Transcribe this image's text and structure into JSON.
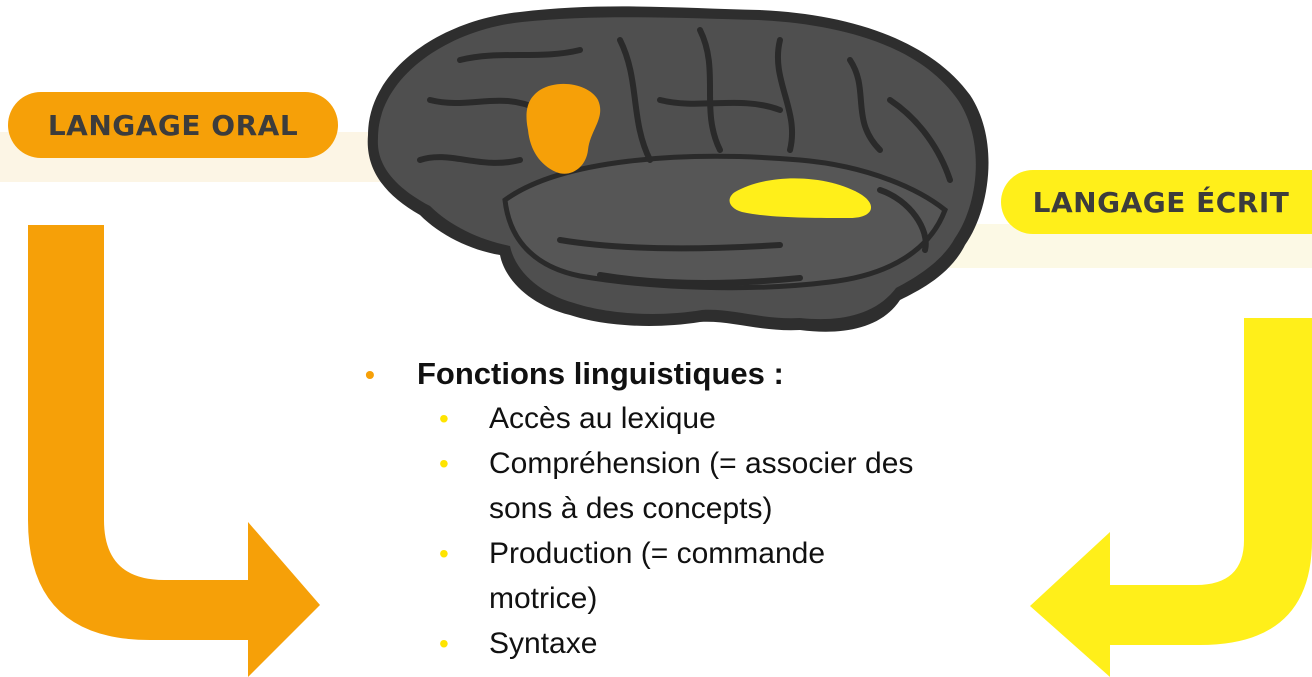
{
  "labels": {
    "oral": "LANGAGE ORAL",
    "ecrit": "LANGAGE ÉCRIT"
  },
  "bullets": {
    "heading": "Fonctions linguistiques :",
    "items": [
      {
        "text": "Accès au lexique"
      },
      {
        "text": "Compréhension (= associer des sons à des concepts)"
      },
      {
        "text": "Production (= commande motrice)"
      },
      {
        "text": "Syntaxe"
      }
    ]
  },
  "colors": {
    "orange": "#f6a008",
    "yellow": "#ffef1a",
    "brain": "#4f4f4f",
    "brain_dark": "#2e2e2e",
    "text": "#111111"
  },
  "icons": {
    "bullet_main": "•",
    "bullet_sub": "•"
  }
}
